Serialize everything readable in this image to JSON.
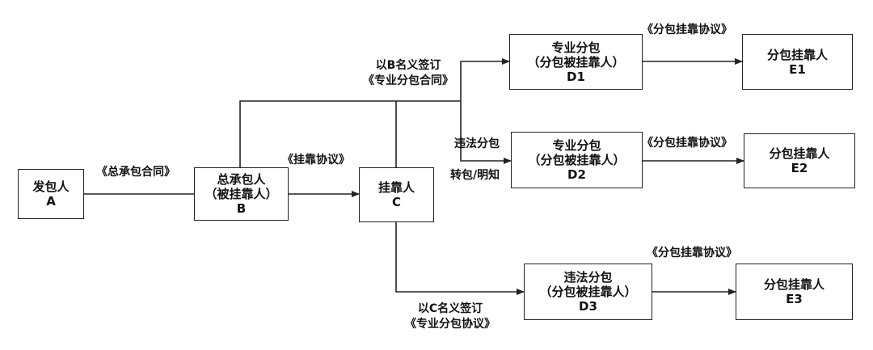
{
  "nodes": {
    "A": {
      "lines": [
        "发包人",
        "A"
      ]
    },
    "B": {
      "lines": [
        "总承包人",
        "（被挂靠人）",
        "B"
      ]
    },
    "C": {
      "lines": [
        "挂靠人",
        "C"
      ]
    },
    "D1": {
      "lines": [
        "专业分包",
        "（分包被挂靠人）",
        "D1"
      ]
    },
    "D2": {
      "lines": [
        "专业分包",
        "（分包被挂靠人）",
        "D2"
      ]
    },
    "D3": {
      "lines": [
        "违法分包",
        "（分包被挂靠人）",
        "D3"
      ]
    },
    "E1": {
      "lines": [
        "分包挂靠人",
        "E1"
      ]
    },
    "E2": {
      "lines": [
        "分包挂靠人",
        "E2"
      ]
    },
    "E3": {
      "lines": [
        "分包挂靠人",
        "E3"
      ]
    }
  },
  "edge_labels": {
    "a_b": "《总承包合同》",
    "b_c": "《挂靠协议》",
    "to_d1": [
      "以B名义签订",
      "《专业分包合同》"
    ],
    "to_d2_top": "违法分包",
    "to_d2_bottom": "转包/明知",
    "to_d3": [
      "以C名义签订",
      "《专业分包协议》"
    ],
    "d1_e1": "《分包挂靠协议》",
    "d2_e2": "《分包挂靠协议》",
    "d3_e3": "《分包挂靠协议》"
  }
}
